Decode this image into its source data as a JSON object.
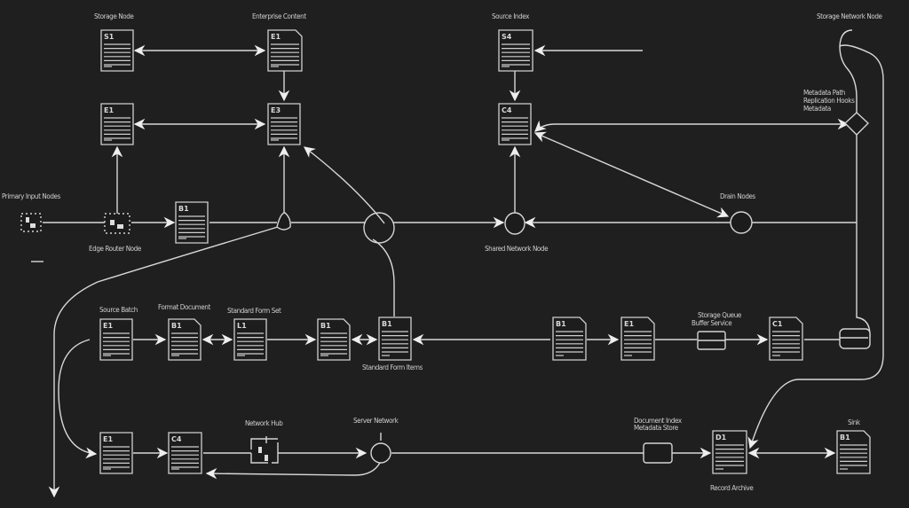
{
  "diagram": {
    "title": "Document workflow diagram",
    "colors": {
      "background": "#1f1f1f",
      "stroke": "#d8d8d8",
      "text": "#cfcfcf"
    },
    "labels": [
      {
        "id": "lbl-top-1",
        "text": "Storage Node"
      },
      {
        "id": "lbl-top-2",
        "text": "Enterprise Content"
      },
      {
        "id": "lbl-top-3",
        "text": "Source Index"
      },
      {
        "id": "lbl-top-4",
        "text": "Storage Network Node"
      },
      {
        "id": "lbl-right-note-1",
        "text": "Metadata Path"
      },
      {
        "id": "lbl-right-note-2",
        "text": "Replication Hooks"
      },
      {
        "id": "lbl-right-note-3",
        "text": "Metadata"
      },
      {
        "id": "lbl-left-input",
        "text": "Primary Input Nodes"
      },
      {
        "id": "lbl-router",
        "text": "Edge Router Node"
      },
      {
        "id": "lbl-junction",
        "text": "Shared Network Node"
      },
      {
        "id": "lbl-drain",
        "text": "Drain Nodes"
      },
      {
        "id": "lbl-row3-1",
        "text": "Source Batch"
      },
      {
        "id": "lbl-row3-2",
        "text": "Format Document"
      },
      {
        "id": "lbl-row3-3",
        "text": "Standard Form Set"
      },
      {
        "id": "lbl-row3-5",
        "text": "Standard Form Items"
      },
      {
        "id": "lbl-buffer-1",
        "text": "Storage Queue"
      },
      {
        "id": "lbl-buffer-2",
        "text": "Buffer Service"
      },
      {
        "id": "lbl-switch",
        "text": "Network Hub"
      },
      {
        "id": "lbl-hub",
        "text": "Server Network"
      },
      {
        "id": "lbl-gateway-1",
        "text": "Document Index"
      },
      {
        "id": "lbl-gateway-2",
        "text": "Metadata Store"
      },
      {
        "id": "lbl-bottom-doc",
        "text": "Record Archive"
      },
      {
        "id": "lbl-sink",
        "text": "Sink"
      }
    ],
    "documents": [
      {
        "id": "doc-a1",
        "head": "S1"
      },
      {
        "id": "doc-a2",
        "head": "E1"
      },
      {
        "id": "doc-a3",
        "head": "S4"
      },
      {
        "id": "doc-b1",
        "head": "E1"
      },
      {
        "id": "doc-b2",
        "head": "E3"
      },
      {
        "id": "doc-b3",
        "head": "C4"
      },
      {
        "id": "doc-c1",
        "head": "B1"
      },
      {
        "id": "doc-d1",
        "head": "E1"
      },
      {
        "id": "doc-d2",
        "head": "B1"
      },
      {
        "id": "doc-d3",
        "head": "L1"
      },
      {
        "id": "doc-d4",
        "head": "B1"
      },
      {
        "id": "doc-d5",
        "head": "B1"
      },
      {
        "id": "doc-d6",
        "head": "B1"
      },
      {
        "id": "doc-d7",
        "head": "E1"
      },
      {
        "id": "doc-d8",
        "head": "C1"
      },
      {
        "id": "doc-e1",
        "head": "E1"
      },
      {
        "id": "doc-e2",
        "head": "C4"
      },
      {
        "id": "doc-e3",
        "head": "D1"
      },
      {
        "id": "doc-e4",
        "head": "B1"
      }
    ]
  }
}
